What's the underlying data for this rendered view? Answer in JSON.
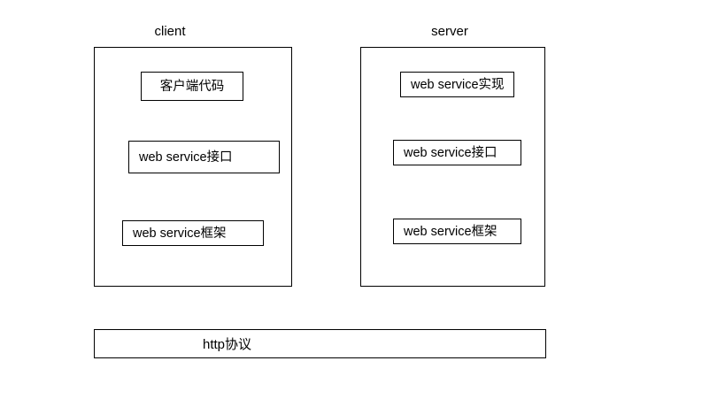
{
  "diagram": {
    "title_visible": false,
    "background_color": "#ffffff",
    "line_color": "#000000",
    "columns": [
      {
        "id": "client",
        "label": "client",
        "boxes": [
          {
            "id": "client-code",
            "label": "客户端代码"
          },
          {
            "id": "client-interface",
            "label": "web service接口"
          },
          {
            "id": "client-framework",
            "label": "web service框架"
          }
        ]
      },
      {
        "id": "server",
        "label": "server",
        "boxes": [
          {
            "id": "server-implementation",
            "label": "web service实现"
          },
          {
            "id": "server-interface",
            "label": "web service接口"
          },
          {
            "id": "server-framework",
            "label": "web service框架"
          }
        ]
      }
    ],
    "transport": {
      "id": "http-protocol",
      "label": "http协议"
    }
  }
}
